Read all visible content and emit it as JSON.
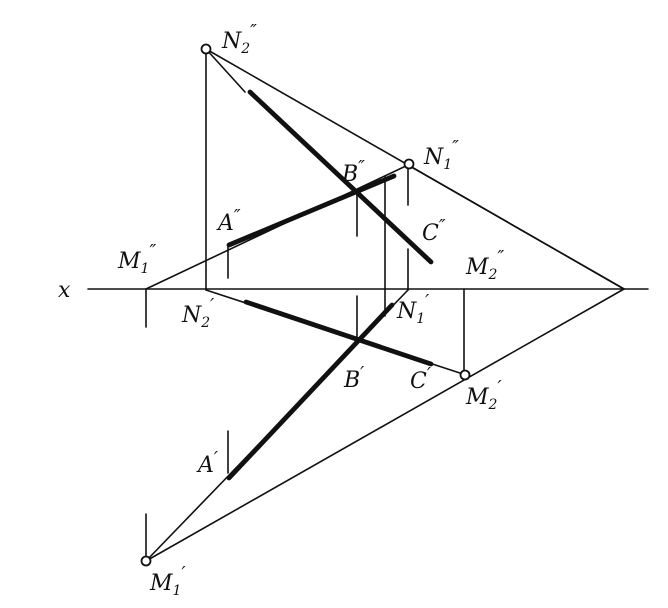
{
  "axis": {
    "label": "x"
  },
  "points": {
    "N2_front": {
      "letter": "N",
      "sub": "2",
      "prime": "″"
    },
    "N1_front": {
      "letter": "N",
      "sub": "1",
      "prime": "″"
    },
    "M1_front": {
      "letter": "M",
      "sub": "1",
      "prime": "″"
    },
    "M2_front": {
      "letter": "M",
      "sub": "2",
      "prime": "″"
    },
    "A_front": {
      "letter": "A",
      "sub": "",
      "prime": "″"
    },
    "B_front": {
      "letter": "B",
      "sub": "",
      "prime": "″"
    },
    "C_front": {
      "letter": "C",
      "sub": "",
      "prime": "″"
    },
    "N2_top": {
      "letter": "N",
      "sub": "2",
      "prime": "′"
    },
    "N1_top": {
      "letter": "N",
      "sub": "1",
      "prime": "′"
    },
    "M2_top": {
      "letter": "M",
      "sub": "2",
      "prime": "′"
    },
    "M1_top": {
      "letter": "M",
      "sub": "1",
      "prime": "′"
    },
    "A_top": {
      "letter": "A",
      "sub": "",
      "prime": "′"
    },
    "B_top": {
      "letter": "B",
      "sub": "",
      "prime": "′"
    },
    "C_top": {
      "letter": "C",
      "sub": "",
      "prime": "′"
    }
  }
}
